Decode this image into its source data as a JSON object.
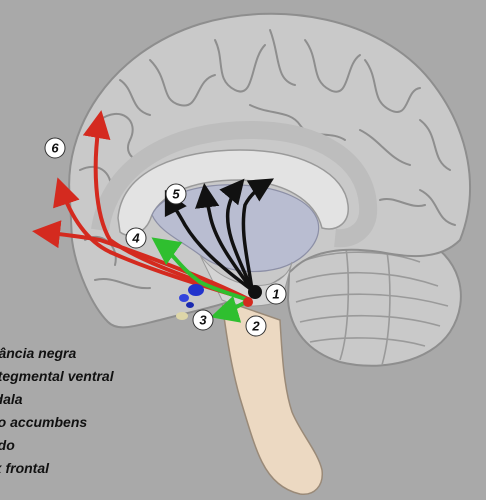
{
  "legend": [
    "stância negra",
    "a tegmental ventral",
    "gdala",
    "leo accumbens",
    "iado",
    "ex frontal"
  ],
  "markers": [
    "1",
    "2",
    "3",
    "4",
    "5",
    "6"
  ],
  "colors": {
    "background": "#a9a9a9",
    "brain_fill": "#c9c9c9",
    "brain_outline": "#8e8e8e",
    "brainstem": "#ecd9c2",
    "corpus_callosum": "#e3e3e3",
    "ventricle": "#b9bdd1",
    "pathway_red": "#d42a1f",
    "pathway_green": "#2fbf2f",
    "pathway_black": "#111111",
    "amygdala_blue": "#2233cc"
  }
}
